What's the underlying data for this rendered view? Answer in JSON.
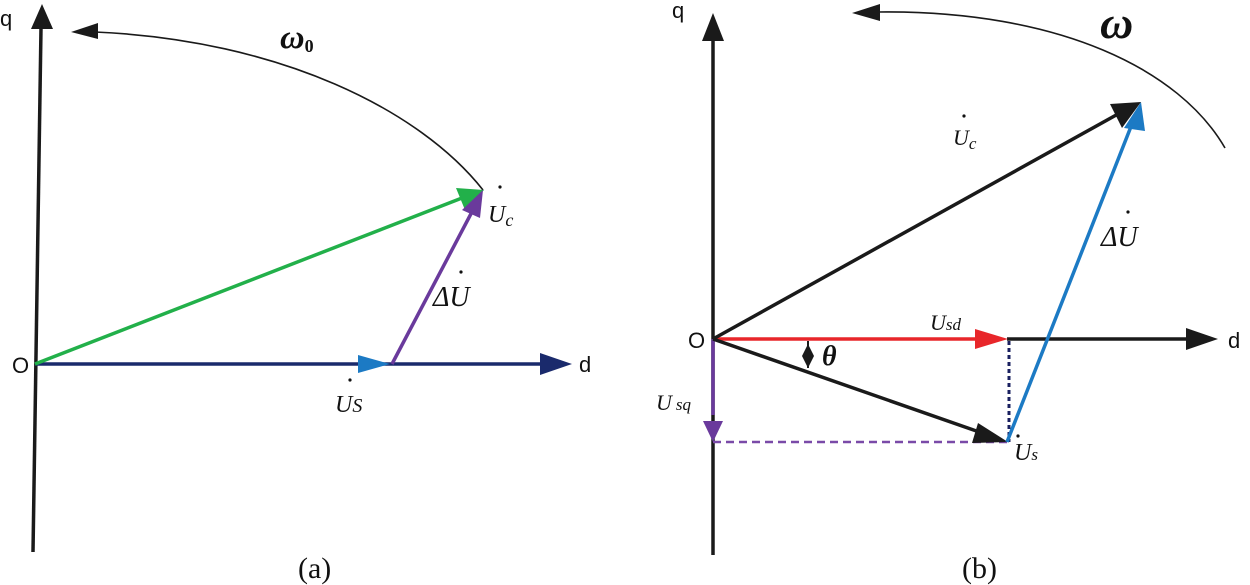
{
  "panels": [
    {
      "id": "a",
      "caption": "(a)",
      "axes": {
        "q_label": "q",
        "d_label": "d",
        "origin_label": "O"
      },
      "rotation_label": "ω",
      "rotation_subscript": "0",
      "vectors": {
        "Uc": {
          "label": "U",
          "subscript": "c",
          "color": "#22b04a"
        },
        "Us": {
          "label": "U",
          "subscript": "S",
          "color": "#1a2a6c",
          "head_color": "#1c7ac4"
        },
        "dU": {
          "label": "ΔU",
          "color": "#6a3a9c"
        }
      }
    },
    {
      "id": "b",
      "caption": "(b)",
      "axes": {
        "q_label": "q",
        "d_label": "d",
        "origin_label": "O"
      },
      "rotation_label": "ω",
      "angle_label": "θ",
      "vectors": {
        "Uc": {
          "label": "U",
          "subscript": "c",
          "color": "#1a1a1a"
        },
        "Us": {
          "label": "U",
          "subscript": "s",
          "color": "#1a1a1a"
        },
        "dU": {
          "label": "ΔU",
          "color": "#1c7ac4"
        },
        "Usd": {
          "label": "U",
          "subscript": "sd",
          "color": "#e8262a"
        },
        "Usq": {
          "label": "U",
          "subscript": "sq",
          "color": "#6a3a9c"
        }
      },
      "projection_colors": {
        "vertical": "#1a2060",
        "horizontal": "#7a4aa8"
      }
    }
  ]
}
